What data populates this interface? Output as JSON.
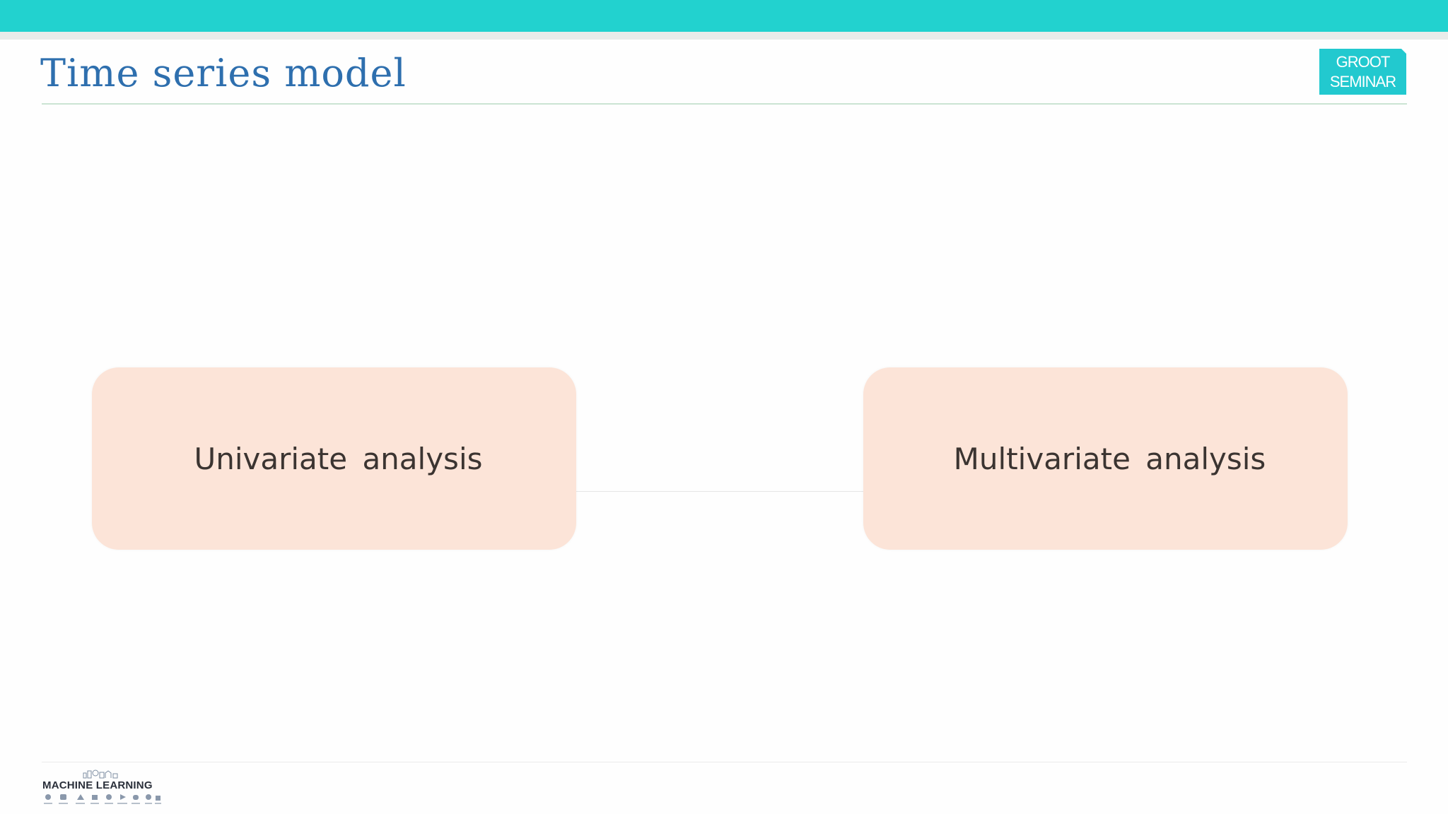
{
  "slide": {
    "title": "Time series model",
    "badge": {
      "line1": "GROOT",
      "line2": "SEMINAR"
    }
  },
  "diagram": {
    "nodes": [
      {
        "label": "Univariate analysis"
      },
      {
        "label": "Multivariate analysis"
      }
    ]
  },
  "footer": {
    "logo_text": "MACHINE LEARNING"
  },
  "colors": {
    "accent_teal": "#22d2cf",
    "title_blue": "#2e6fae",
    "node_fill": "#fce4d8",
    "node_text": "#3b3431"
  }
}
